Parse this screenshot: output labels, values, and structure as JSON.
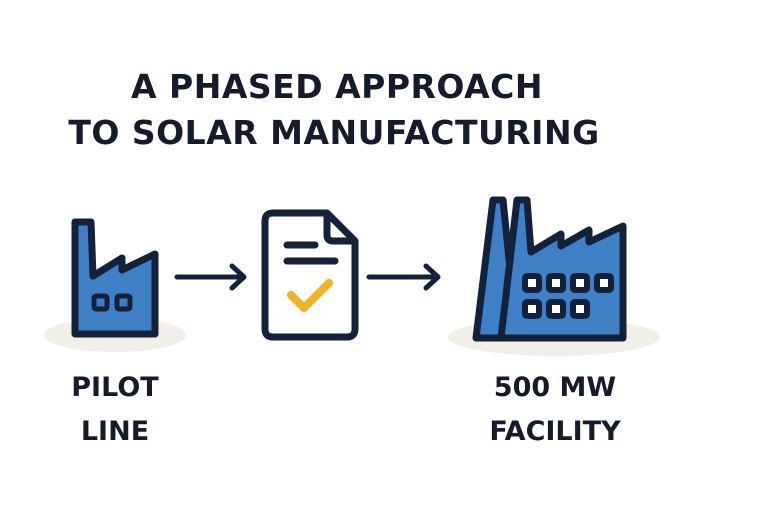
{
  "title": {
    "line1": "A PHASED APPROACH",
    "line2": "TO SOLAR MANUFACTURING"
  },
  "steps": [
    {
      "label_line1": "PILOT",
      "label_line2": "LINE",
      "icon": "small-factory-icon"
    },
    {
      "icon": "document-check-icon"
    },
    {
      "label_line1": "500 MW",
      "label_line2": "FACILITY",
      "icon": "large-factory-icon"
    }
  ],
  "colors": {
    "factory_fill": "#3f7fc6",
    "outline": "#13213a",
    "check": "#f0b429",
    "shadow": "#f1efe7"
  }
}
